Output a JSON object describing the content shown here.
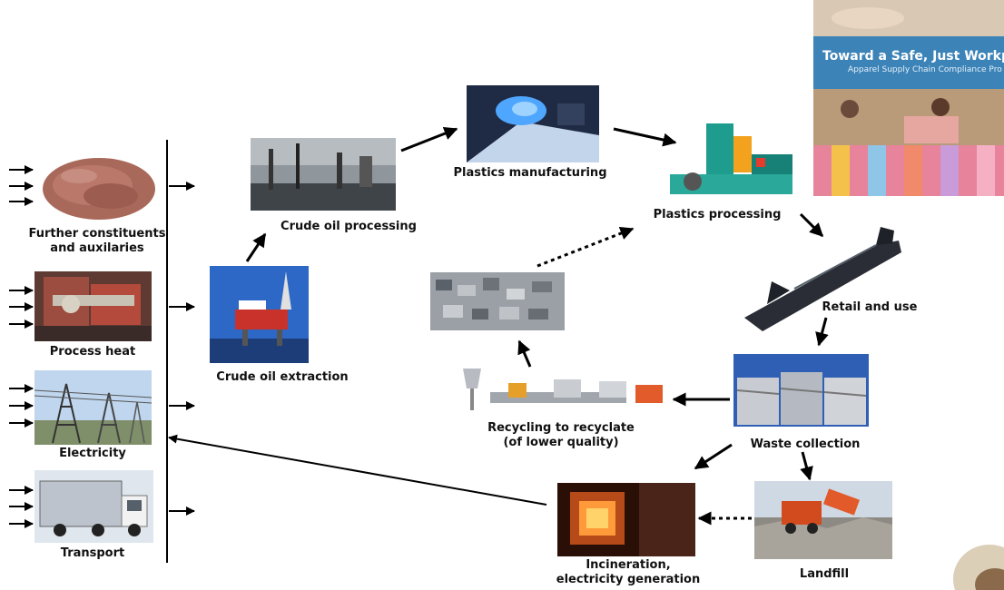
{
  "labels": {
    "further_constituents_line1": "Further constituents",
    "further_constituents_line2": "and auxilaries",
    "process_heat": "Process heat",
    "electricity": "Electricity",
    "transport": "Transport",
    "crude_oil_processing": "Crude oil processing",
    "crude_oil_extraction": "Crude oil extraction",
    "plastics_manufacturing": "Plastics manufacturing",
    "plastics_processing": "Plastics processing",
    "retail_and_use": "Retail and use",
    "waste_collection": "Waste collection",
    "recycling_line1": "Recycling to recyclate",
    "recycling_line2": "(of lower quality)",
    "incineration_line1": "Incineration,",
    "incineration_line2": "electricity generation",
    "landfill": "Landfill"
  },
  "banner": {
    "title": "Toward a Safe, Just Workp",
    "subtitle": "Apparel Supply Chain Compliance Pro"
  }
}
